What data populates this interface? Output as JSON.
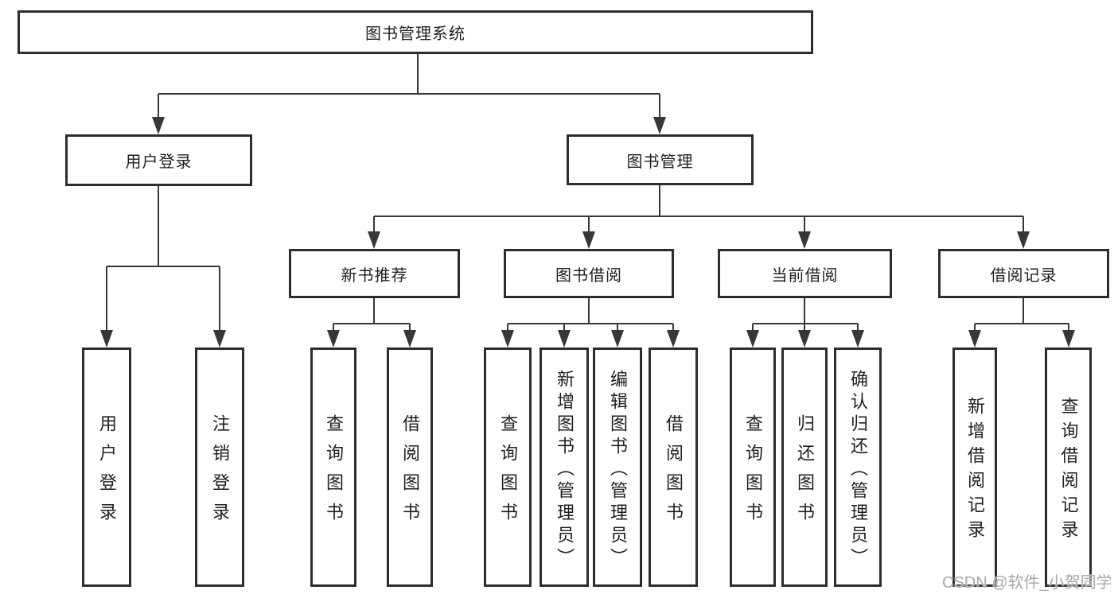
{
  "diagram_title": "图书管理系统",
  "nodes": {
    "root": "图书管理系统",
    "user_login": "用户登录",
    "book_mgmt": "图书管理",
    "new_book_rec": "新书推荐",
    "book_borrow": "图书借阅",
    "current_borrow": "当前借阅",
    "borrow_record": "借阅记录",
    "leaf_user_login": "用户登录",
    "leaf_logout": "注销登录",
    "g1_query_books": "查询图书",
    "g1_borrow_books": "借阅图书",
    "g2_query_books": "查询图书",
    "g2_add_books": "新增图书（管理员）",
    "g2_edit_books": "编辑图书（管理员）",
    "g2_borrow_books": "借阅图书",
    "g3_query_books": "查询图书",
    "g3_return_books": "归还图书",
    "g3_confirm_return": "确认归还（管理员）",
    "g4_add_record": "新增借阅记录",
    "g4_query_record": "查询借阅记录"
  },
  "watermark": {
    "text": "CSDN @软件_小贺同学"
  },
  "colors": {
    "line": "#373737",
    "box_border": "#2d2d2d",
    "text": "#1f1f1f",
    "watermark": "#a7a7ac",
    "background": "#ffffff"
  }
}
